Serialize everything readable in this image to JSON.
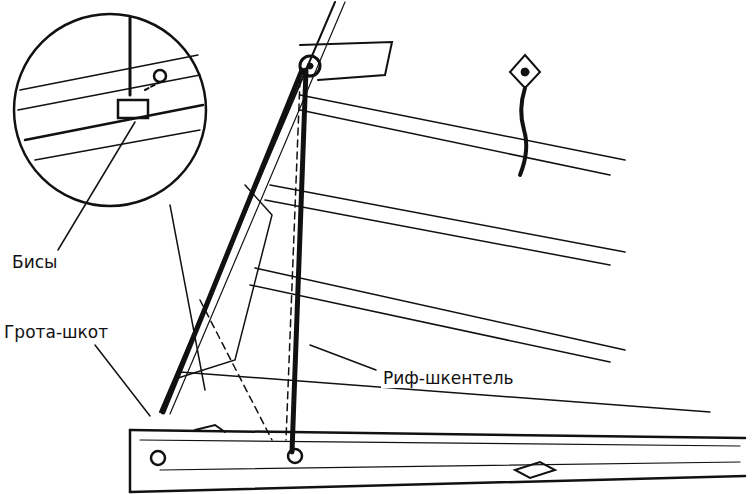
{
  "diagram": {
    "labels": [
      "Бисы",
      "Грота-шкот",
      "Риф-шкентель"
    ]
  }
}
